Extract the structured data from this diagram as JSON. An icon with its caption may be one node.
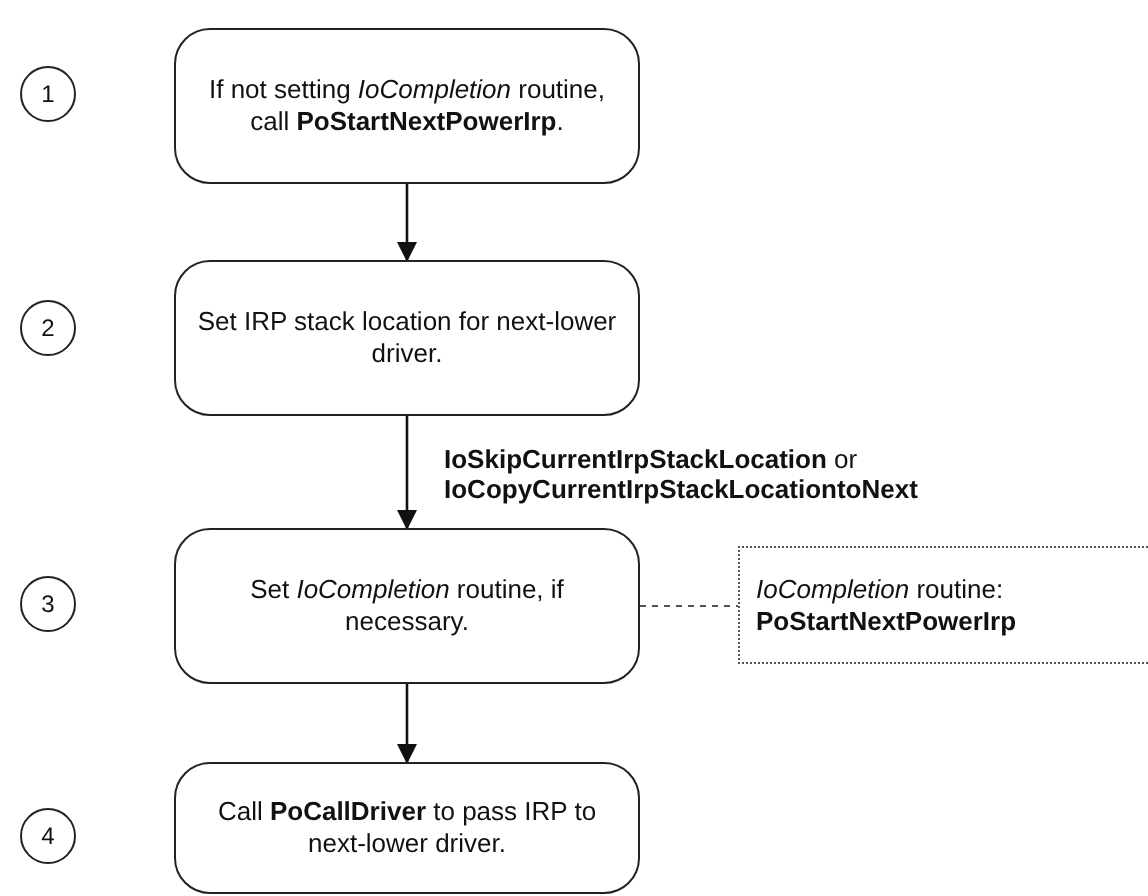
{
  "diagram": {
    "nodes": [
      {
        "text": [
          "1"
        ]
      },
      {
        "text": [
          "If not setting *IoCompletion* routine, call **PoStartNextPowerIrp**."
        ]
      },
      {
        "text": [
          "2"
        ]
      },
      {
        "text": [
          "Set IRP stack location for next-lower driver."
        ]
      },
      {
        "text": [
          "3"
        ]
      },
      {
        "text": [
          "Set *IoCompletion* routine, if necessary."
        ]
      },
      {
        "text": [
          "*IoCompletion* routine: **PoStartNextPowerIrp**"
        ]
      },
      {
        "text": [
          "4"
        ]
      },
      {
        "text": [
          "Call **PoCallDriver** to pass IRP to next-lower driver."
        ]
      }
    ],
    "edges": [
      {
        "from": 1,
        "to": 3,
        "arrow": "to"
      },
      {
        "from": 3,
        "to": 5,
        "arrow": "to",
        "label": "**IoSkipCurrentIrpStackLocation** or **IoCopyCurrentIrpStackLocationtoNext**"
      },
      {
        "from": 5,
        "to": 6,
        "arrow": "none",
        "style": "dashed",
        "color": "#555555"
      },
      {
        "from": 5,
        "to": 8,
        "arrow": "to"
      }
    ]
  }
}
